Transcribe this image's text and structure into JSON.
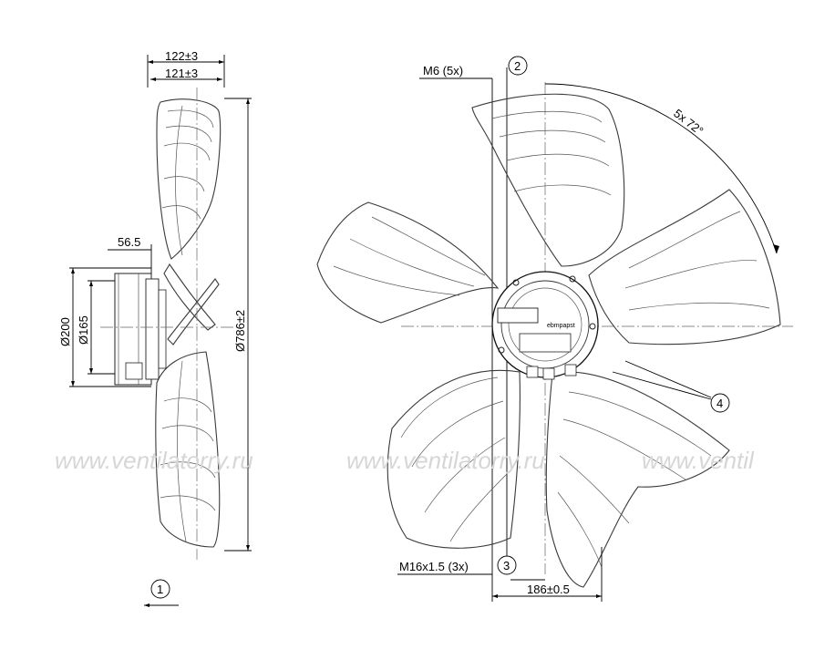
{
  "side_view": {
    "dim_depth_total": "122±3",
    "dim_depth_body": "121±3",
    "dim_hub_offset": "56.5",
    "dim_diameter_200": "Ø200",
    "dim_diameter_165": "Ø165",
    "dim_diameter_786": "Ø786±2",
    "callout_1": "1"
  },
  "front_view": {
    "thread_m6": "M6 (5x)",
    "callout_2": "2",
    "angle_label": "5x 72°",
    "callout_4": "4",
    "thread_m16": "M16x1.5 (3x)",
    "callout_3": "3",
    "dim_186": "186±0.5",
    "brand_label": "ebmpapst"
  },
  "watermark": {
    "text_1": "www.ventilatorry.ru",
    "text_2": "www.ventilatorry.ru",
    "text_3": "www.ventil"
  }
}
